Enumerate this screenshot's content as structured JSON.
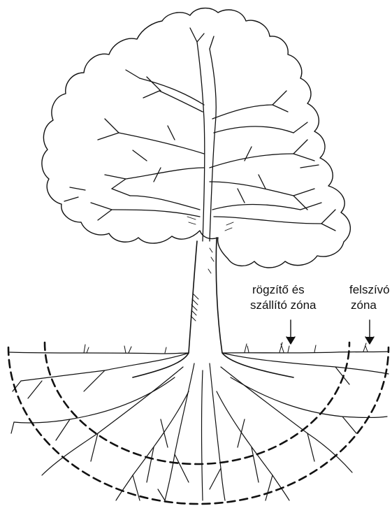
{
  "labels": {
    "anchoring_zone": {
      "line1": "rögzítő és",
      "line2": "szállító zóna"
    },
    "absorbing_zone": {
      "line1": "felszívó",
      "line2": "zóna"
    }
  },
  "colors": {
    "ink": "#111111",
    "background": "#ffffff"
  }
}
